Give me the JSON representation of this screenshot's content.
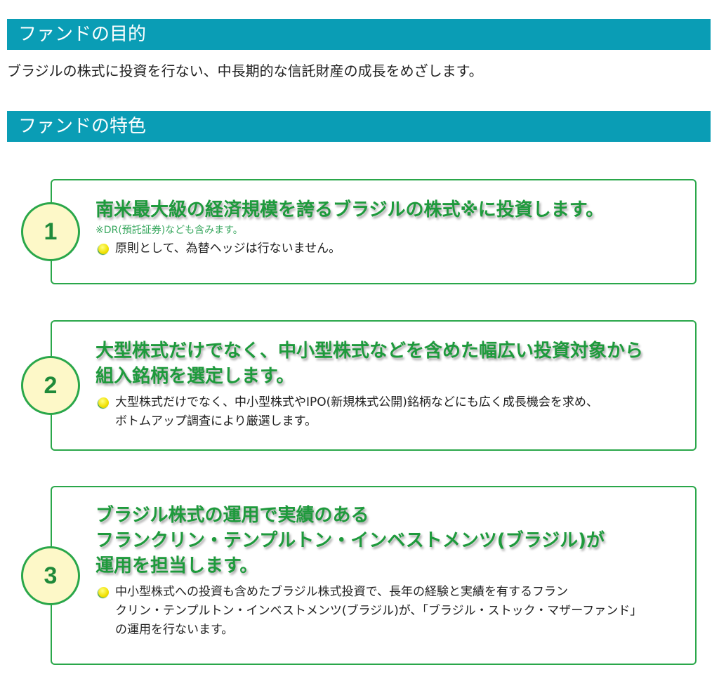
{
  "purpose": {
    "heading": "ファンドの目的",
    "text": "ブラジルの株式に投資を行ない、中長期的な信託財産の成長をめざします。"
  },
  "features": {
    "heading": "ファンドの特色",
    "items": [
      {
        "number": "1",
        "title_lines": [
          "南米最大級の経済規模を誇るブラジルの株式※に投資します。"
        ],
        "note": "※DR(預託証券)なども含みます。",
        "bullet_lines": [
          "原則として、為替ヘッジは行ないません。"
        ]
      },
      {
        "number": "2",
        "title_lines": [
          "大型株式だけでなく、中小型株式などを含めた幅広い投資対象から",
          "組入銘柄を選定します。"
        ],
        "bullet_lines": [
          "大型株式だけでなく、中小型株式やIPO(新規株式公開)銘柄などにも広く成長機会を求め、",
          "ボトムアップ調査により厳選します。"
        ]
      },
      {
        "number": "3",
        "title_lines": [
          "ブラジル株式の運用で実績のある",
          "フランクリン・テンプルトン・インベストメンツ(ブラジル)が",
          "運用を担当します。"
        ],
        "bullet_lines": [
          "中小型株式への投資も含めたブラジル株式投資で、長年の経験と実績を有するフラン",
          "クリン・テンプルトン・インベストメンツ(ブラジル)が、「ブラジル・ストック・マザーファンド」",
          "の運用を行ないます。"
        ]
      }
    ]
  },
  "colors": {
    "header_bar": "#0a9db5",
    "accent_green": "#1e9a3c",
    "circle_fill": "#fdf8c8"
  }
}
